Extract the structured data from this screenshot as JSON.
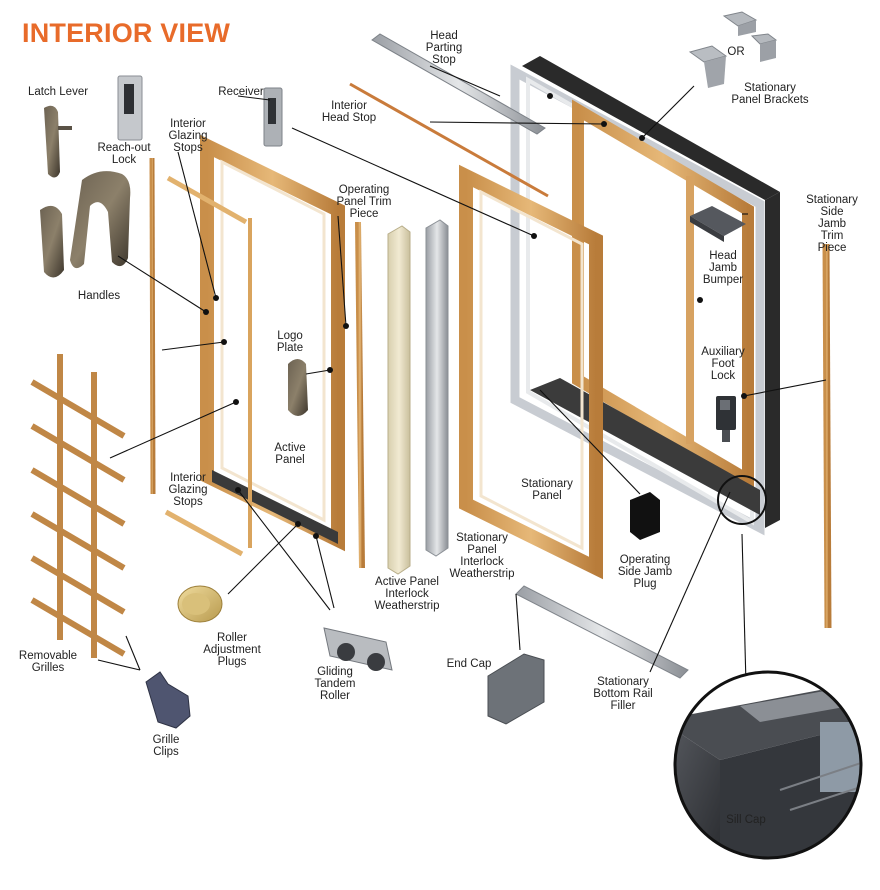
{
  "title": "INTERIOR VIEW",
  "labels": {
    "latch_lever": "Latch Lever",
    "reach_out_lock": "Reach-out\nLock",
    "interior_glazing_stops_top": "Interior\nGlazing\nStops",
    "receiver": "Receiver",
    "head_parting_stop": "Head\nParting\nStop",
    "interior_head_stop": "Interior\nHead Stop",
    "or": "OR",
    "stationary_panel_brackets": "Stationary\nPanel Brackets",
    "handles": "Handles",
    "operating_panel_trim_piece": "Operating\nPanel Trim\nPiece",
    "stationary_side_jamb_trim_piece": "Stationary\nSide Jamb\nTrim Piece",
    "head_jamb_bumper": "Head\nJamb\nBumper",
    "logo_plate": "Logo\nPlate",
    "auxiliary_foot_lock": "Auxiliary\nFoot\nLock",
    "active_panel": "Active\nPanel",
    "interior_glazing_stops_bottom": "Interior\nGlazing\nStops",
    "stationary_panel": "Stationary\nPanel",
    "operating_side_jamb_plug": "Operating\nSide Jamb\nPlug",
    "stationary_panel_interlock_weatherstrip": "Stationary\nPanel\nInterlock\nWeatherstrip",
    "active_panel_interlock_weatherstrip": "Active Panel\nInterlock\nWeatherstrip",
    "roller_adjustment_plugs": "Roller\nAdjustment\nPlugs",
    "removable_grilles": "Removable\nGrilles",
    "end_cap": "End Cap",
    "gliding_tandem_roller": "Gliding\nTandem\nRoller",
    "stationary_bottom_rail_filler": "Stationary\nBottom Rail\nFiller",
    "grille_clips": "Grille\nClips",
    "sill_cap": "Sill Cap"
  }
}
